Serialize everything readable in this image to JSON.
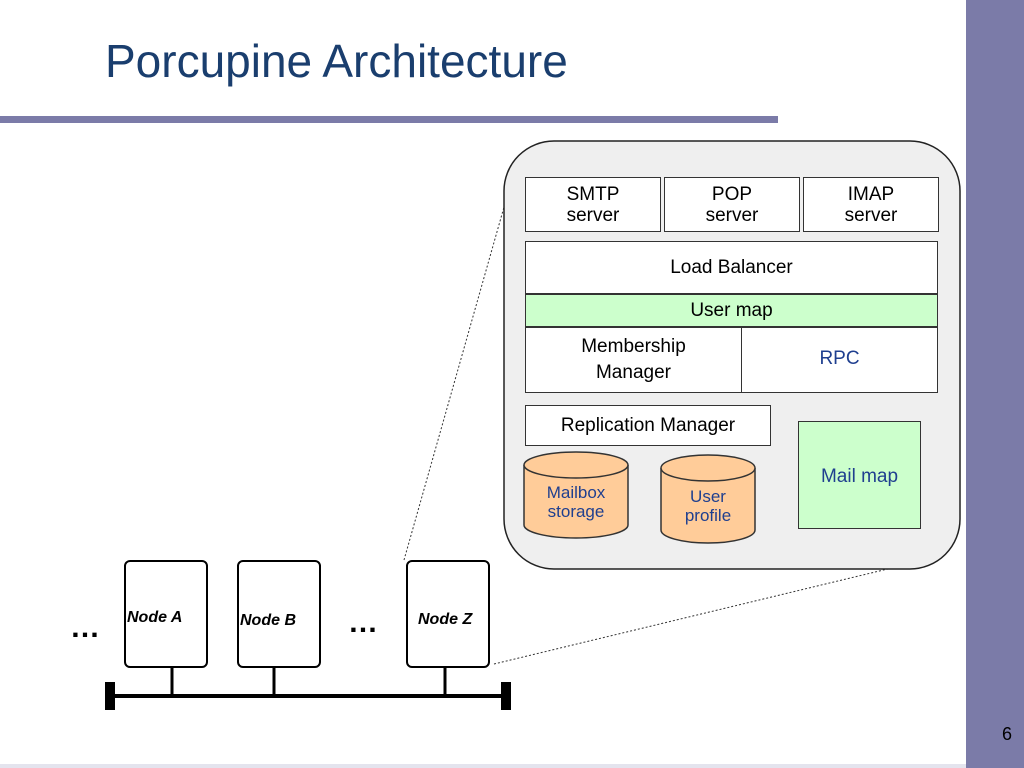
{
  "slide": {
    "title": "Porcupine Architecture",
    "page_number": "6",
    "accent_color": "#7b7ba8",
    "title_color": "#1a3e6e"
  },
  "node_detail": {
    "servers": [
      {
        "label": "SMTP\nserver"
      },
      {
        "label": "POP\nserver"
      },
      {
        "label": "IMAP\nserver"
      }
    ],
    "load_balancer": "Load Balancer",
    "user_map": "User map",
    "membership_manager": "Membership\nManager",
    "rpc": "RPC",
    "replication_manager": "Replication Manager",
    "mailbox_storage": "Mailbox\nstorage",
    "user_profile": "User\nprofile",
    "mail_map": "Mail map",
    "colors": {
      "green_fill": "#ccffcc",
      "storage_fill": "#ffcc99",
      "blue_text": "#1f3f8f"
    }
  },
  "cluster": {
    "nodes": [
      {
        "label": "Node A"
      },
      {
        "label": "Node B"
      },
      {
        "label": "Node Z"
      }
    ],
    "ellipsis": "…"
  }
}
